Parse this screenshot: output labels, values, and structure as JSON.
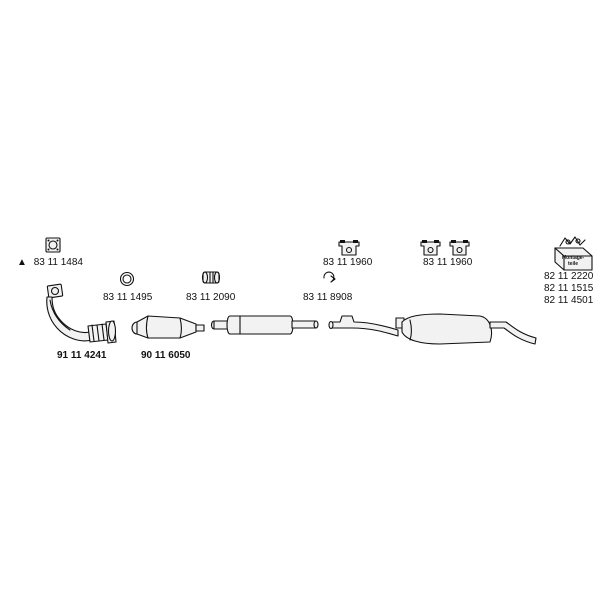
{
  "parts": {
    "gasket": {
      "code": "83 11 1484",
      "marker": "▲"
    },
    "ring": {
      "code": "83 11 1495"
    },
    "clamp": {
      "code": "83 11 2090"
    },
    "clip": {
      "code": "83 11 8908"
    },
    "hanger_single": {
      "code": "83 11 1960"
    },
    "hanger_double": {
      "code": "83 11 1960"
    },
    "front_pipe": {
      "code": "91 11 4241"
    },
    "catalyst": {
      "code": "90 11 6050"
    },
    "kit_codes": [
      "82 11 2220",
      "82 11 1515",
      "82 11 4501"
    ],
    "kit_box_text": [
      "Montage-",
      "teile"
    ]
  },
  "icons": {
    "gasket": "square-flange-gasket-icon",
    "ring": "sealing-ring-icon",
    "clamp": "pipe-clamp-icon",
    "clip": "pipe-clip-icon",
    "hanger": "rubber-hanger-icon",
    "kit": "mounting-parts-box-icon"
  }
}
